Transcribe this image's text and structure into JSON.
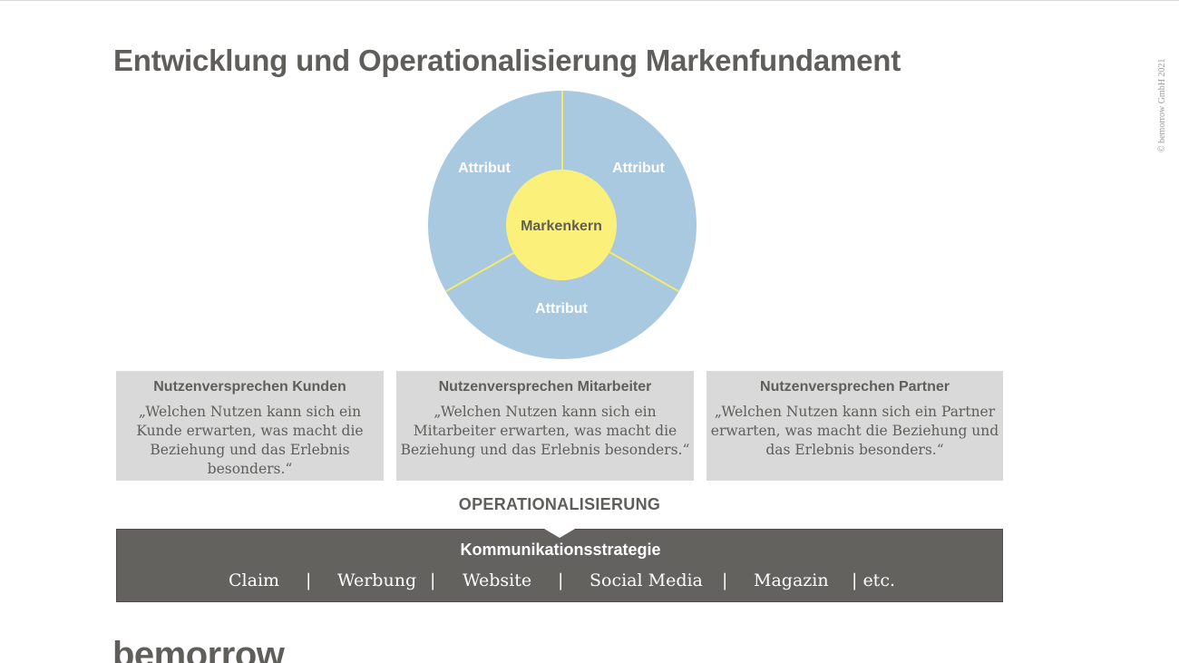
{
  "title": "Entwicklung und Operationalisierung Markenfundament",
  "copyright": "© bemorrow GmbH 2021",
  "diagram": {
    "core_label": "Markenkern",
    "segments": [
      "Attribut",
      "Attribut",
      "Attribut"
    ],
    "colors": {
      "ring": "#a9c9e1",
      "core": "#fbf07a",
      "divider": "#f4e96b",
      "segment_text": "#ffffff",
      "core_text": "#5f5e5b"
    }
  },
  "boxes": [
    {
      "title": "Nutzenversprechen Kunden",
      "text": "„Welchen Nutzen kann sich ein Kunde erwarten, was macht die Beziehung und das Erlebnis besonders.“"
    },
    {
      "title": "Nutzenversprechen Mitarbeiter",
      "text": "„Welchen Nutzen kann sich ein Mitarbeiter erwarten, was macht die Beziehung und das Erlebnis besonders.“"
    },
    {
      "title": "Nutzenversprechen Partner",
      "text": "„Welchen Nutzen kann sich ein Partner erwarten, was macht die Beziehung und das Erlebnis besonders.“"
    }
  ],
  "operationalisierung_label": "OPERATIONALISIERUNG",
  "strategy": {
    "title": "Kommunikationsstrategie",
    "channels": [
      "Claim",
      "|",
      "Werbung",
      "|",
      "Website",
      "|",
      "Social Media",
      "|",
      "Magazin",
      "| etc."
    ]
  },
  "logo": "bemorrow",
  "colors": {
    "text": "#5f5e5b",
    "box_bg": "#d9d9d9",
    "strategy_bg": "#64625f"
  }
}
